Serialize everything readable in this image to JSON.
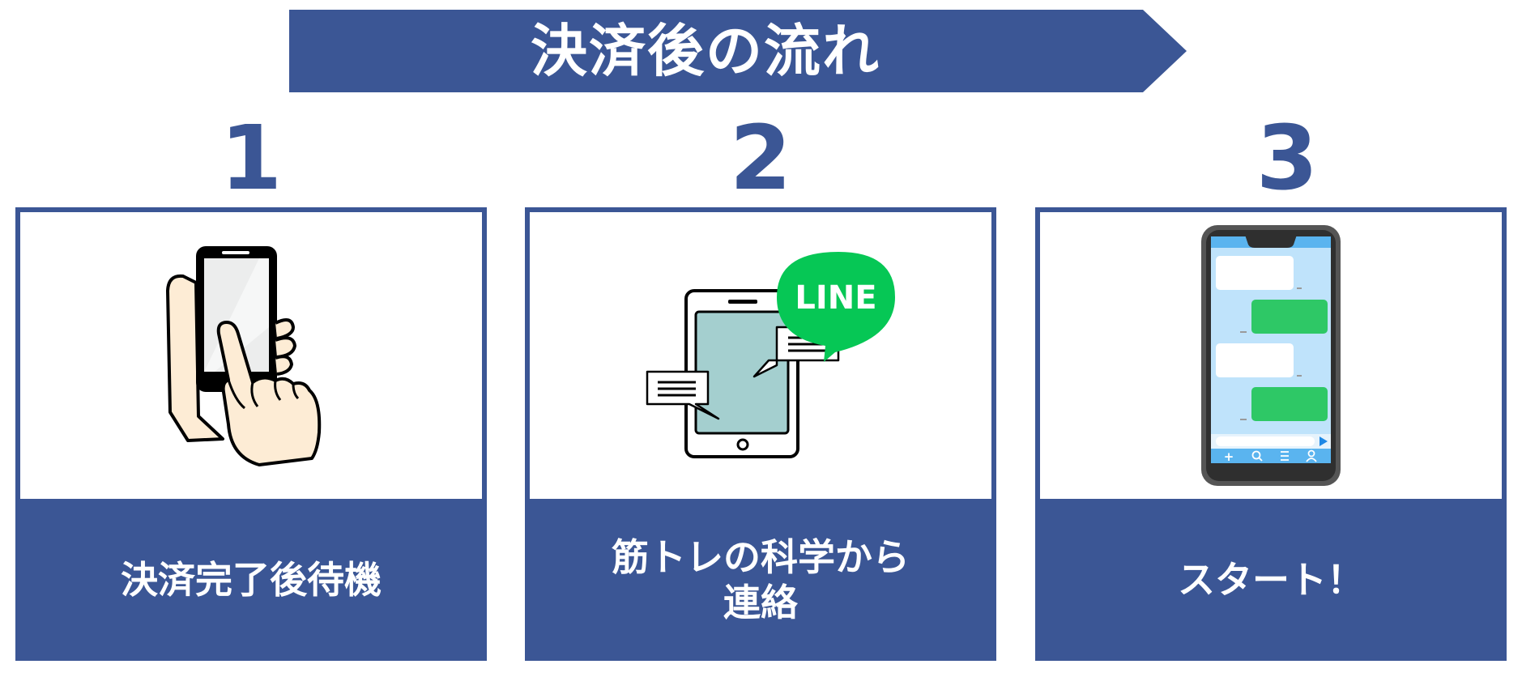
{
  "header": {
    "title": "決済後の流れ"
  },
  "steps": [
    {
      "number": "1",
      "label": "決済完了後待機",
      "icon": "hand-holding-smartphone-icon"
    },
    {
      "number": "2",
      "label": "筋トレの科学から\n連絡",
      "icon": "tablet-line-message-icon",
      "badge": "LINE"
    },
    {
      "number": "3",
      "label": "スタート！",
      "icon": "smartphone-chat-icon"
    }
  ],
  "colors": {
    "primary": "#3b5695",
    "white": "#ffffff",
    "line_green": "#06c755",
    "chat_green": "#2ec866",
    "screen_blue": "#bfe3fb",
    "tablet_screen": "#a4cfcf",
    "skin": "#fdecd5"
  }
}
